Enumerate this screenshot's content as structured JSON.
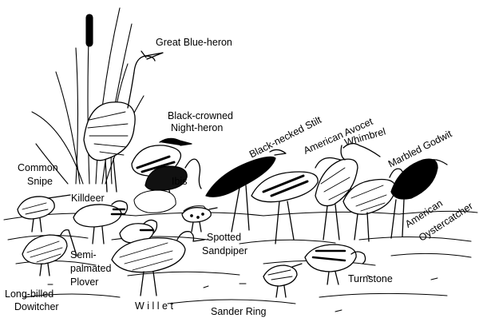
{
  "labels": {
    "great_blue_heron": "Great Blue-heron",
    "black_crowned_1": "Black-crowned",
    "black_crowned_2": "Night-heron",
    "black_necked_stilt": "Black-necked Stilt",
    "american_avocet": "American Avocet",
    "whimbrel": "Whimbrel",
    "marbled_godwit": "Marbled Godwit",
    "american_oystercatcher_1": "American",
    "american_oystercatcher_2": "Oystercatcher",
    "common_snipe_1": "Common",
    "common_snipe_2": "Snipe",
    "killdeer": "Killdeer",
    "ibis": "Ibis",
    "spotted_sandpiper_1": "Spotted",
    "spotted_sandpiper_2": "Sandpiper",
    "semipalmated_1": "Semi-",
    "semipalmated_2": "palmated",
    "semipalmated_3": "Plover",
    "long_billed_1": "Long-billed",
    "long_billed_2": "Dowitcher",
    "willet": "W i l l e t",
    "turnstone": "Turnstone",
    "sander_ring": "Sander Ring"
  }
}
